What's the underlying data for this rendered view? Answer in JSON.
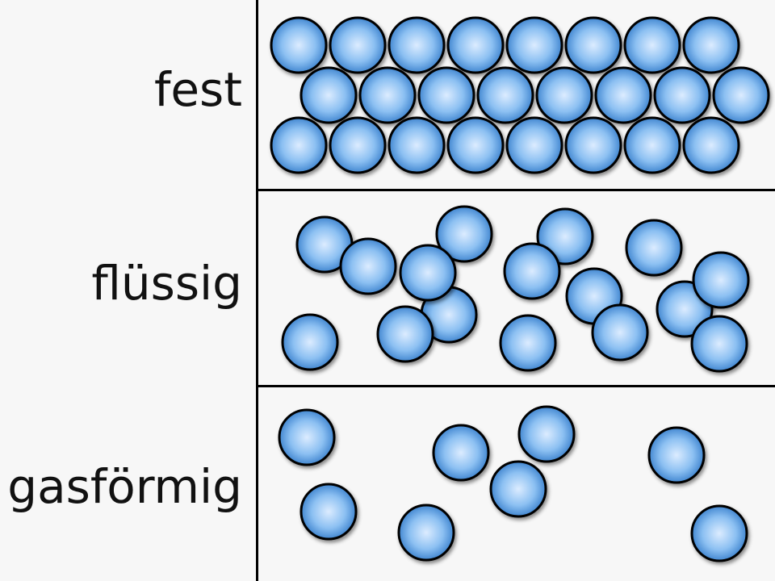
{
  "states": [
    {
      "label": "fest"
    },
    {
      "label": "flüssig"
    },
    {
      "label": "gasförmig"
    }
  ],
  "colors": {
    "particle_fill_light": "#dcecff",
    "particle_fill_mid": "#6aa9e8",
    "particle_fill_dark": "#2f78c8",
    "particle_outline": "#000000",
    "divider": "#000000",
    "background": "#f7f7f7"
  }
}
